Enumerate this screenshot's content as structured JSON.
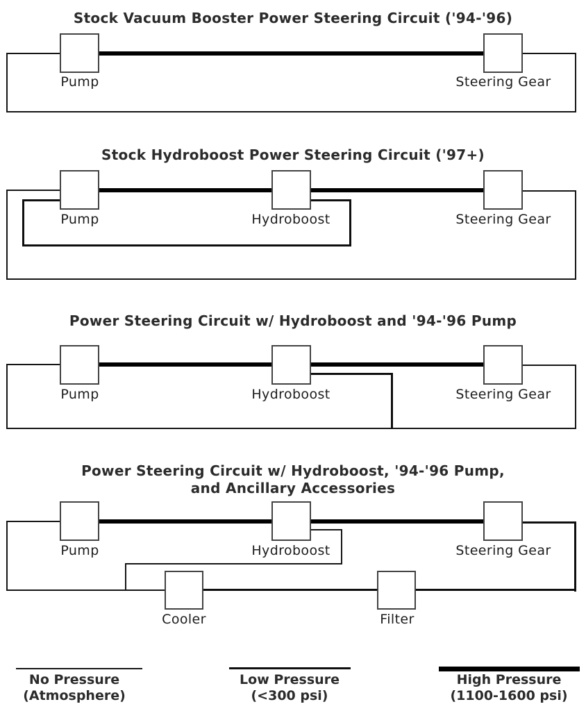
{
  "page": {
    "background": "#ffffff"
  },
  "diagrams": [
    {
      "title": "Stock Vacuum Booster Power Steering Circuit ('94-'96)",
      "components": {
        "pump": "Pump",
        "steering_gear": "Steering Gear"
      }
    },
    {
      "title": "Stock Hydroboost Power Steering Circuit ('97+)",
      "components": {
        "pump": "Pump",
        "hydroboost": "Hydroboost",
        "steering_gear": "Steering Gear"
      }
    },
    {
      "title": "Power Steering Circuit w/ Hydroboost and '94-'96 Pump",
      "components": {
        "pump": "Pump",
        "hydroboost": "Hydroboost",
        "steering_gear": "Steering Gear"
      }
    },
    {
      "title_line1": "Power Steering Circuit w/ Hydroboost, '94-'96 Pump,",
      "title_line2": "and Ancillary Accessories",
      "components": {
        "pump": "Pump",
        "hydroboost": "Hydroboost",
        "steering_gear": "Steering Gear",
        "cooler": "Cooler",
        "filter": "Filter"
      }
    }
  ],
  "legend": [
    {
      "label": "No Pressure",
      "detail": "(Atmosphere)",
      "line_style": "thin"
    },
    {
      "label": "Low Pressure",
      "detail": "(<300 psi)",
      "line_style": "medium"
    },
    {
      "label": "High Pressure",
      "detail": "(1100-1600 psi)",
      "line_style": "thick"
    }
  ],
  "colors": {
    "high_pressure_line": "#000000",
    "low_pressure_line": "#0e0e0e",
    "no_pressure_line": "#151515",
    "box_border": "#424242",
    "text": "#2b2b2b",
    "background": "#ffffff"
  }
}
